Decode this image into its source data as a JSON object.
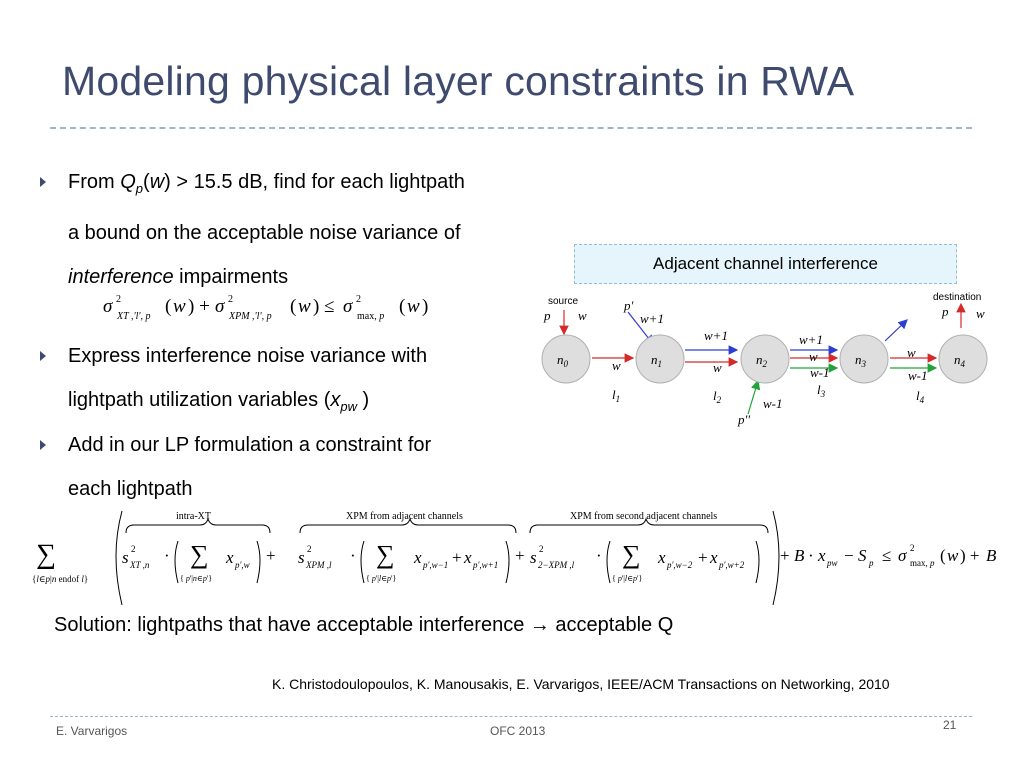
{
  "slide": {
    "title": "Modeling physical layer constraints in RWA",
    "number": "21"
  },
  "bullets": {
    "b1": {
      "pre": "From ",
      "q": "Q",
      "q_sub": "p",
      "w": "w",
      "post": ") > 15.5 dB, find for each lightpath",
      "line2": "a bound on the acceptable noise variance of",
      "line3_em": "interference",
      "line3_rest": " impairments"
    },
    "b2": {
      "line1": "Express interference noise variance with",
      "line2_pre": "lightpath utilization variables (",
      "x": "x",
      "x_sub": "pw",
      "line2_post": " )"
    },
    "b3": {
      "line1": "Add in our LP formulation a constraint for",
      "line2": "each lightpath"
    }
  },
  "callout": {
    "label": "Adjacent channel interference"
  },
  "diagram": {
    "nodes": [
      "n0",
      "n1",
      "n2",
      "n3",
      "n4"
    ],
    "links": [
      "l1",
      "l2",
      "l3",
      "l4"
    ],
    "source_label": "source",
    "destination_label": "destination",
    "labels": {
      "p": "p",
      "p_prime": "p'",
      "p_dprime": "p''",
      "w": "w",
      "w_plus": "w+1",
      "w_minus": "w-1"
    },
    "colors": {
      "red": "#d42a2a",
      "blue": "#2a3ed4",
      "green": "#21a33a",
      "node_fill": "#dedede"
    }
  },
  "equation": {
    "braces": {
      "intra_xt": "intra-XT",
      "xpm_adjacent": "XPM from adjacent channels",
      "xpm_second": "XPM from second adjacent channels"
    }
  },
  "solution": {
    "pre": "Solution: lightpaths that have acceptable interference ",
    "arrow": "→",
    "post": " acceptable Q"
  },
  "reference": "K. Christodoulopoulos, K. Manousakis, E. Varvarigos, IEEE/ACM Transactions on Networking,  2010",
  "footer": {
    "author": "E. Varvarigos",
    "event": "OFC 2013"
  }
}
